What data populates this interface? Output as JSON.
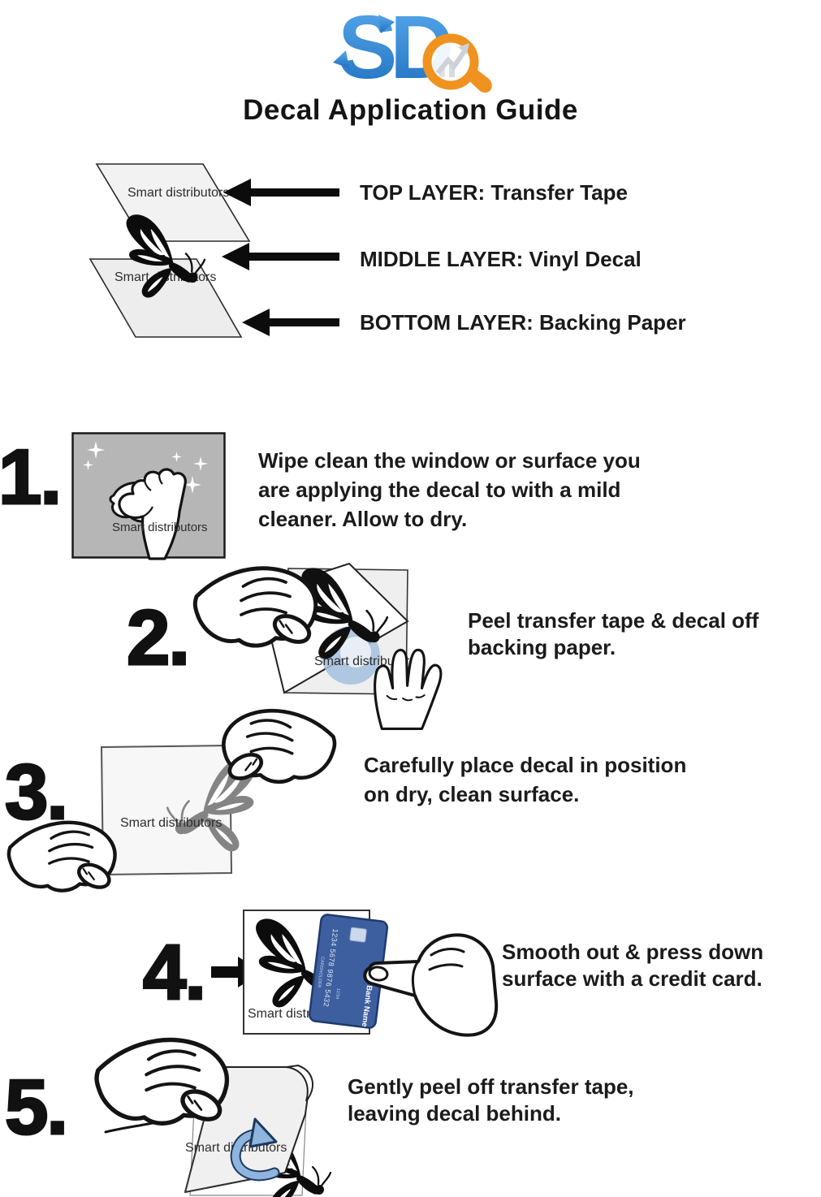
{
  "watermark": "Smart distributors",
  "header": {
    "logo_text": "SD",
    "title": "Decal Application Guide"
  },
  "layer_diagram": {
    "top_label": "TOP LAYER: Transfer Tape",
    "middle_label": "MIDDLE LAYER: Vinyl Decal",
    "bottom_label": "BOTTOM LAYER: Backing Paper"
  },
  "steps": [
    {
      "number": "1.",
      "lines": [
        "Wipe clean the window or surface you",
        "are applying the decal to with a mild",
        "cleaner. Allow to dry."
      ]
    },
    {
      "number": "2.",
      "lines": [
        "Peel transfer tape & decal off",
        "backing paper."
      ]
    },
    {
      "number": "3.",
      "lines": [
        "Carefully place decal in position",
        "on dry, clean surface."
      ]
    },
    {
      "number": "4.",
      "lines": [
        "Smooth out & press down",
        "surface with a credit card."
      ]
    },
    {
      "number": "5.",
      "lines": [
        "Gently peel off transfer tape,",
        "leaving decal behind."
      ]
    }
  ],
  "credit_card": {
    "number": "1234 5678 9876 5432",
    "cardholder": "CARDHOLDER",
    "valid_thru": "12/34",
    "bank_name": "Bank Name"
  },
  "colors": {
    "logo_blue_light": "#5aabec",
    "logo_blue_dark": "#1e6fc0",
    "logo_orange": "#f0921f",
    "text_black": "#1a1a1a",
    "step1_panel_gray": "#b6b6b6",
    "sheet_gray": "#f2f2f2",
    "card_blue": "#3d5fa0",
    "swirl_blue": "#8fb4dd"
  }
}
